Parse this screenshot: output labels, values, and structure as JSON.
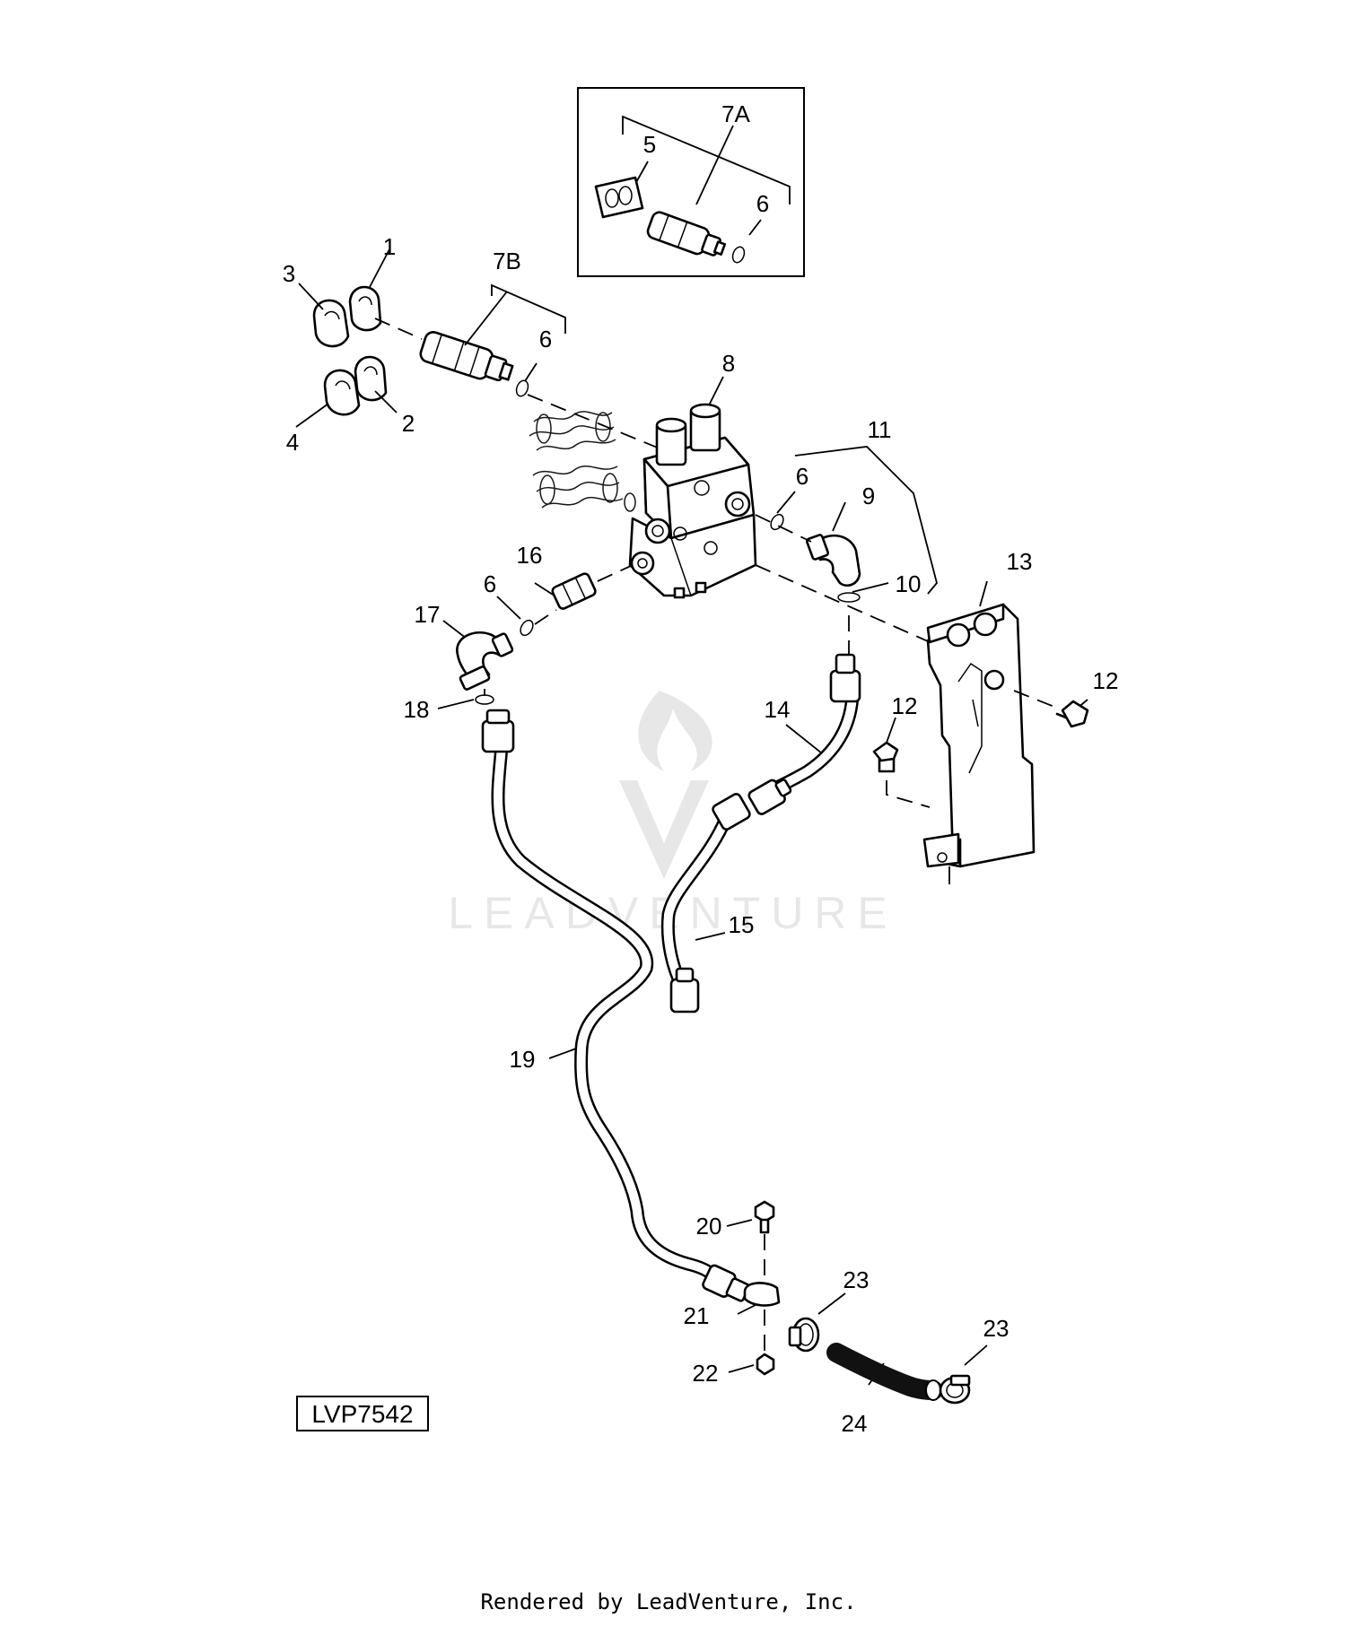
{
  "figure_id": "LVP7542",
  "footer_text": "Rendered by LeadVenture, Inc.",
  "watermark_text": "LEADVENTURE",
  "callouts": {
    "c1": "1",
    "c2": "2",
    "c3": "3",
    "c4": "4",
    "c5": "5",
    "c6a": "6",
    "c6b": "6",
    "c6c": "6",
    "c6d": "6",
    "c7a": "7A",
    "c7b": "7B",
    "c8": "8",
    "c9": "9",
    "c10": "10",
    "c11": "11",
    "c12a": "12",
    "c12b": "12",
    "c13": "13",
    "c14": "14",
    "c15": "15",
    "c16": "16",
    "c17": "17",
    "c18": "18",
    "c19": "19",
    "c20": "20",
    "c21": "21",
    "c22": "22",
    "c23a": "23",
    "c23b": "23",
    "c24": "24"
  }
}
